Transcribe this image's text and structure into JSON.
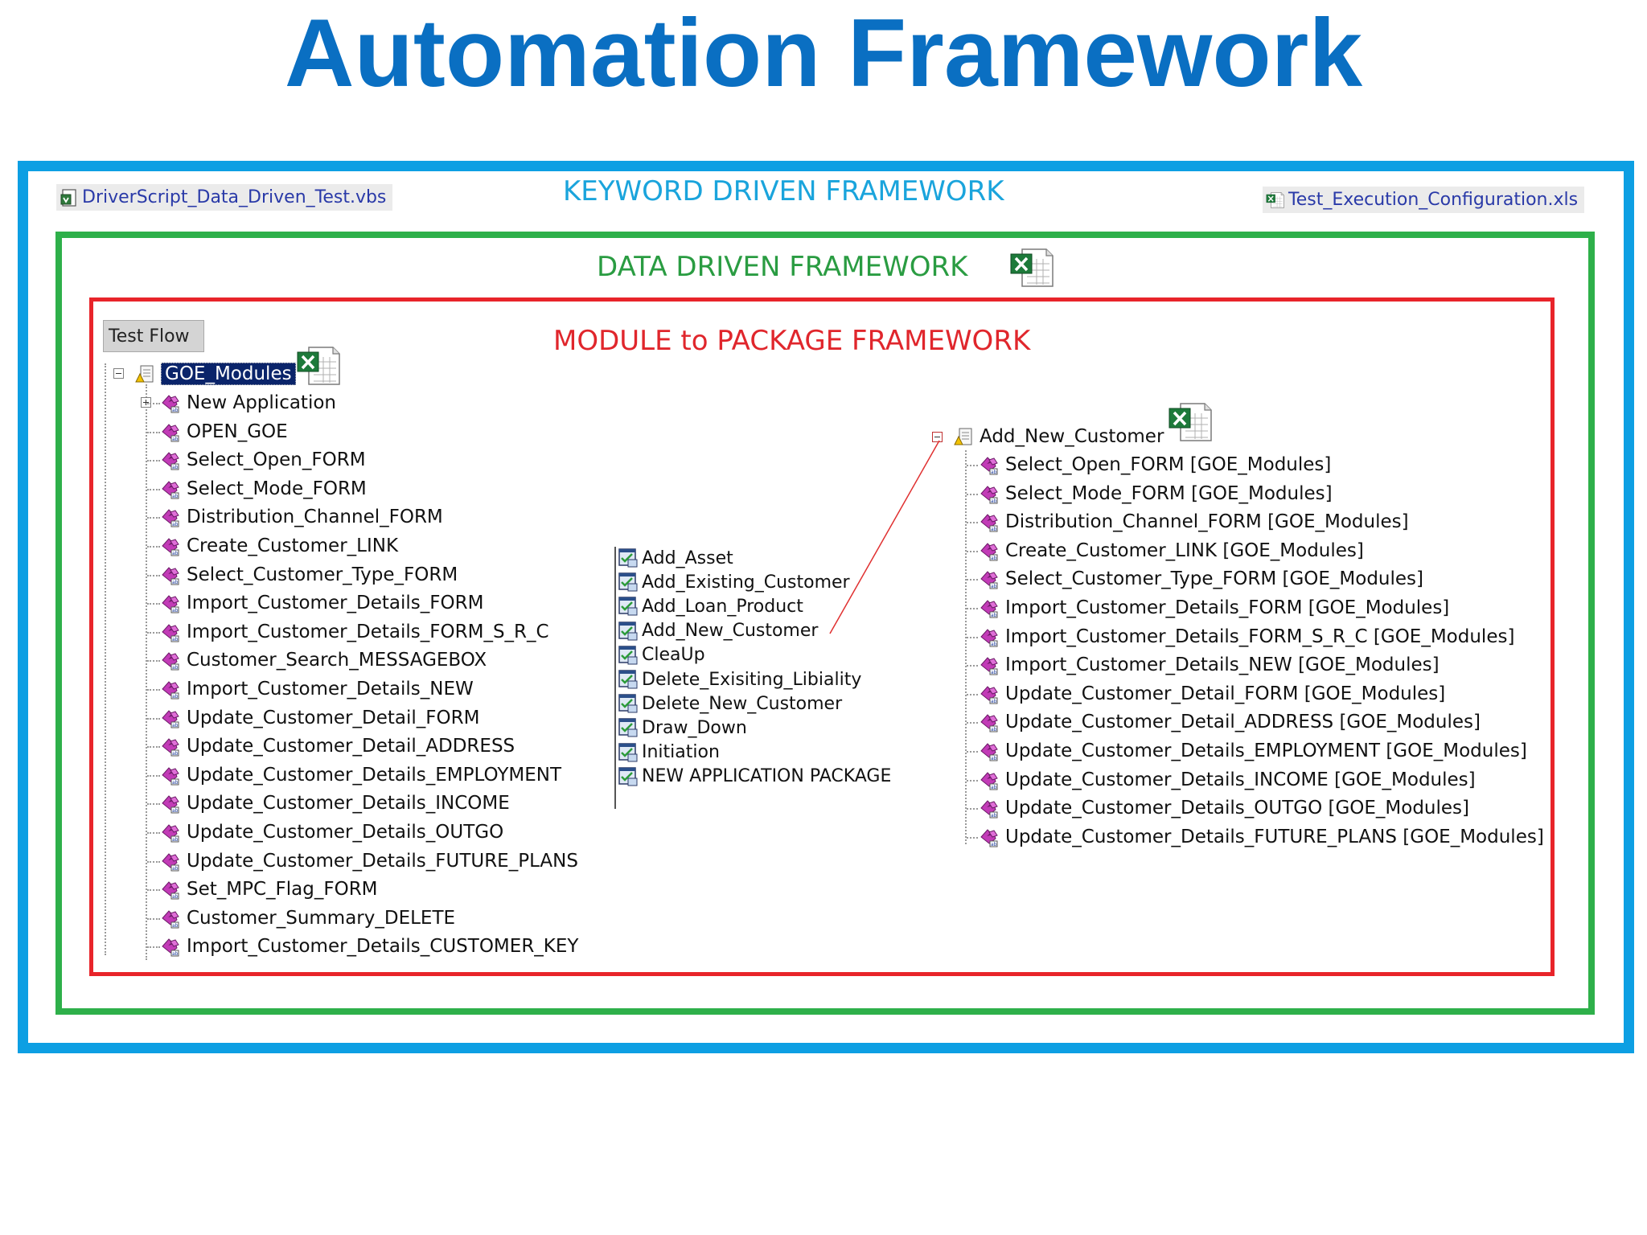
{
  "title": "Automation Framework",
  "frameworks": {
    "keyword": "KEYWORD DRIVEN FRAMEWORK",
    "data": "DATA DRIVEN FRAMEWORK",
    "module": "MODULE to PACKAGE FRAMEWORK"
  },
  "files": {
    "driver_script": "DriverScript_Data_Driven_Test.vbs",
    "config": "Test_Execution_Configuration.xls"
  },
  "test_flow": {
    "tab_label": "Test Flow",
    "root": "GOE_Modules",
    "items": [
      "New Application",
      "OPEN_GOE",
      "Select_Open_FORM",
      "Select_Mode_FORM",
      "Distribution_Channel_FORM",
      "Create_Customer_LINK",
      "Select_Customer_Type_FORM",
      "Import_Customer_Details_FORM",
      "Import_Customer_Details_FORM_S_R_C",
      "Customer_Search_MESSAGEBOX",
      "Import_Customer_Details_NEW",
      "Update_Customer_Detail_FORM",
      "Update_Customer_Detail_ADDRESS",
      "Update_Customer_Details_EMPLOYMENT",
      "Update_Customer_Details_INCOME",
      "Update_Customer_Details_OUTGO",
      "Update_Customer_Details_FUTURE_PLANS",
      "Set_MPC_Flag_FORM",
      "Customer_Summary_DELETE",
      "Import_Customer_Details_CUSTOMER_KEY"
    ]
  },
  "packages": [
    "Add_Asset",
    "Add_Existing_Customer",
    "Add_Loan_Product",
    "Add_New_Customer",
    "CleaUp",
    "Delete_Exisiting_Libiality",
    "Delete_New_Customer",
    "Draw_Down",
    "Initiation",
    "NEW APPLICATION PACKAGE"
  ],
  "package_tree": {
    "root": "Add_New_Customer",
    "items": [
      "Select_Open_FORM [GOE_Modules]",
      "Select_Mode_FORM [GOE_Modules]",
      "Distribution_Channel_FORM [GOE_Modules]",
      "Create_Customer_LINK [GOE_Modules]",
      "Select_Customer_Type_FORM [GOE_Modules]",
      "Import_Customer_Details_FORM [GOE_Modules]",
      "Import_Customer_Details_FORM_S_R_C [GOE_Modules]",
      "Import_Customer_Details_NEW [GOE_Modules]",
      "Update_Customer_Detail_FORM [GOE_Modules]",
      "Update_Customer_Detail_ADDRESS [GOE_Modules]",
      "Update_Customer_Details_EMPLOYMENT [GOE_Modules]",
      "Update_Customer_Details_INCOME [GOE_Modules]",
      "Update_Customer_Details_OUTGO [GOE_Modules]",
      "Update_Customer_Details_FUTURE_PLANS [GOE_Modules]"
    ]
  },
  "colors": {
    "title": "#0a6fc2",
    "keyword_border": "#0d9fe3",
    "data_border": "#2eb04a",
    "module_border": "#e8242a"
  },
  "icons": {
    "module": "puzzle-action-icon",
    "package": "test-package-icon",
    "excel": "excel-file-icon",
    "vbs": "vbs-script-icon",
    "root": "test-flow-root-icon"
  }
}
